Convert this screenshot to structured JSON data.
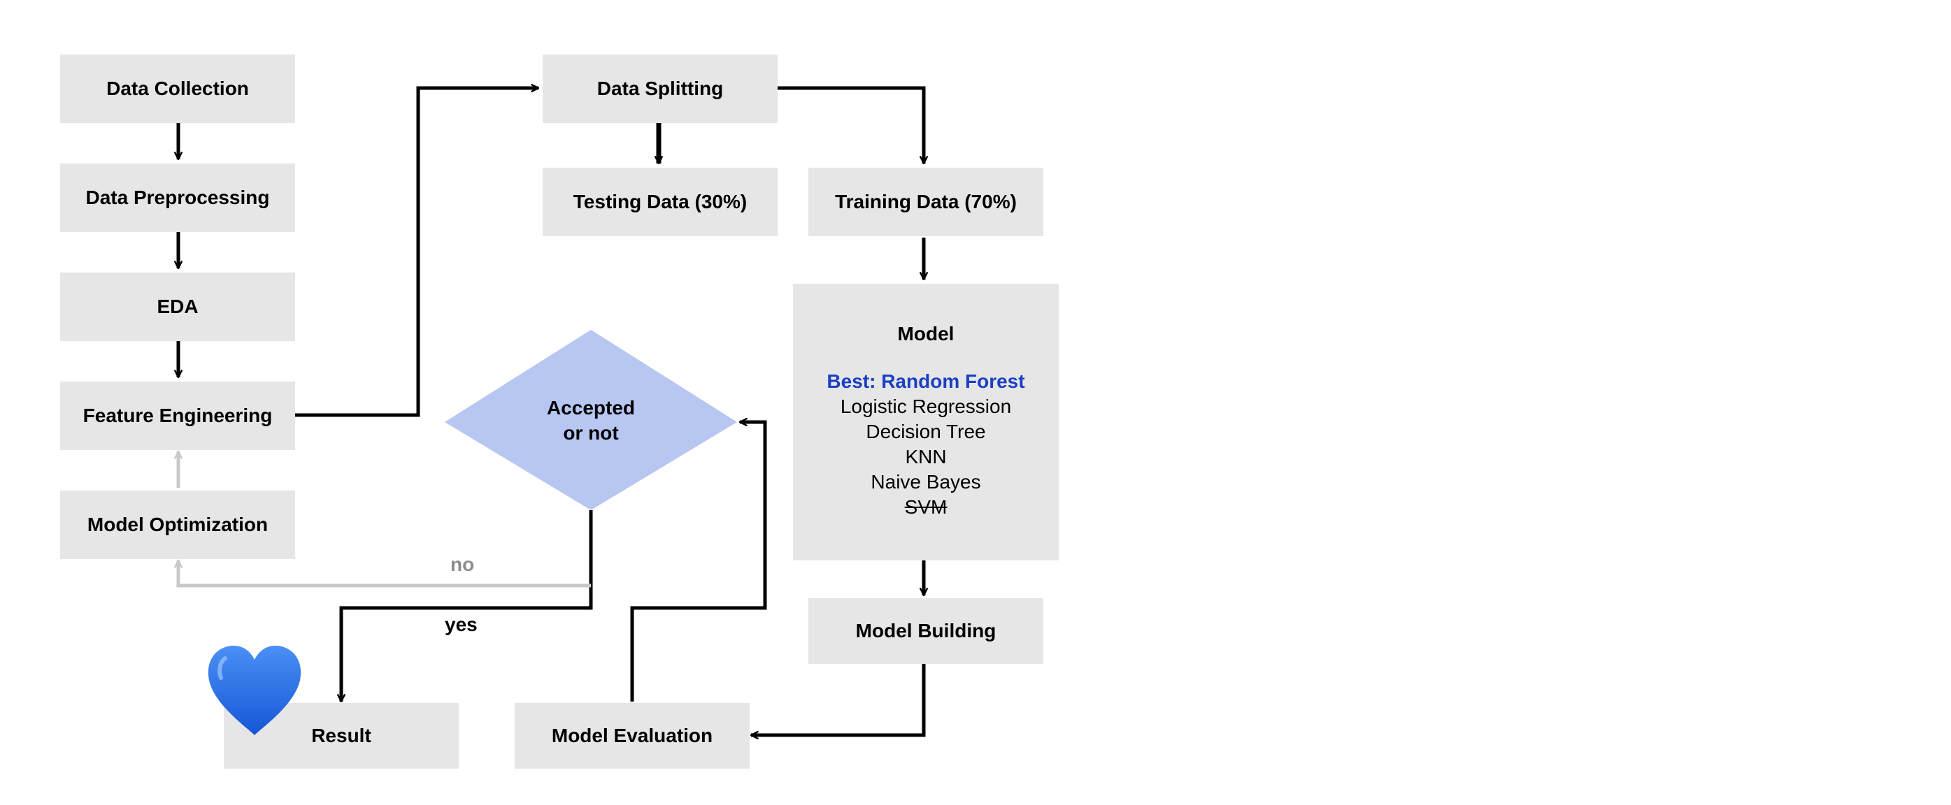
{
  "nodes": {
    "data_collection": "Data Collection",
    "data_preprocessing": "Data Preprocessing",
    "eda": "EDA",
    "feature_engineering": "Feature Engineering",
    "model_optimization": "Model Optimization",
    "data_splitting": "Data Splitting",
    "testing_data": "Testing Data (30%)",
    "training_data": "Training Data (70%)",
    "model": {
      "title": "Model",
      "best": "Best: Random Forest",
      "items": [
        "Logistic Regression",
        "Decision Tree",
        "KNN",
        "Naive Bayes"
      ],
      "struck_item": "SVM"
    },
    "model_building": "Model Building",
    "model_evaluation": "Model Evaluation",
    "result": "Result"
  },
  "decision": {
    "line1": "Accepted",
    "line2": "or not"
  },
  "edge_labels": {
    "no": "no",
    "yes": "yes"
  },
  "colors": {
    "box_fill": "#e6e6e6",
    "diamond_fill": "#b8c6f2",
    "best_text": "#1a3fc4",
    "muted_edge": "#c8c8c8",
    "muted_label": "#8c8c8c",
    "heart": "#1f6be0"
  },
  "icons": {
    "result_decoration": "blue-heart-icon"
  }
}
